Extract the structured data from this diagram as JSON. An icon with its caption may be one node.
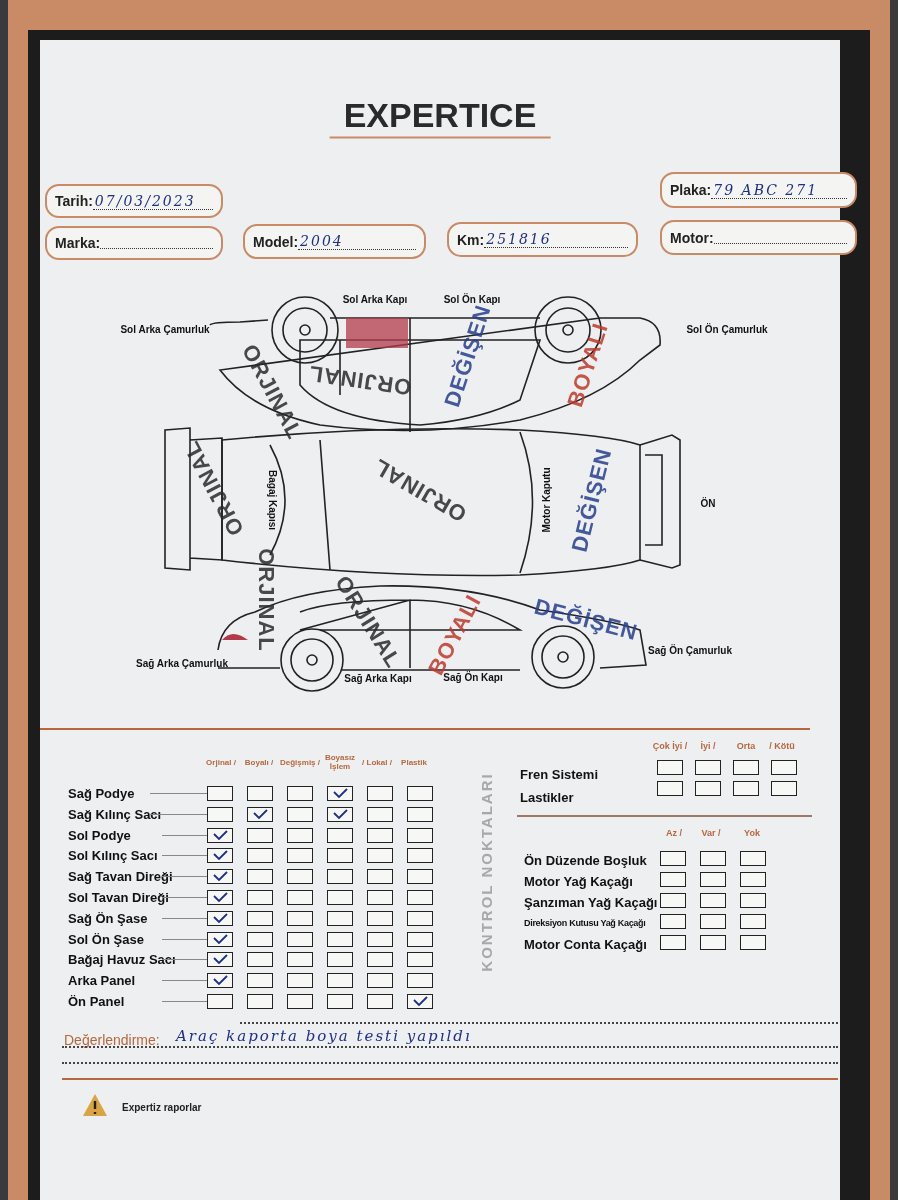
{
  "diagram": {
    "title": "EXPERTICE",
    "nodes": [
      {
        "text": [
          "Tarih:",
          "07/03/2023"
        ]
      },
      {
        "text": [
          "Plaka:",
          "79 ABC 271"
        ]
      },
      {
        "text": [
          "Marka:"
        ]
      },
      {
        "text": [
          "Model:",
          "2004"
        ]
      },
      {
        "text": [
          "Km:",
          "251816"
        ]
      },
      {
        "text": [
          "Motor:"
        ]
      }
    ],
    "labels": [
      "Sol Arka Kapı",
      "Sol Ön Kapı",
      "Sol Arka Çamurluk",
      "Sol Ön Çamurluk",
      "ORJINAL",
      "ORJINAL",
      "DEĞİŞEN",
      "BOYALI",
      "Bagaj Kapısı",
      "ORJINAL",
      "ORJINAL",
      "Motor Kaputu",
      "DEĞİŞEN",
      "ÖN",
      "ORJINAL",
      "ORJINAL",
      "BOYALI",
      "DEĞİŞEN",
      "Sağ Arka Çamurluk",
      "Sağ Ön Çamurluk",
      "Sağ Arka Kapı",
      "Sağ Ön Kapı",
      "Orjinal /",
      "Boyalı /",
      "Değişmiş /",
      "Boyasız İşlem",
      "/ Lokal /",
      "Plastik",
      "Sağ Podye",
      "Sağ Kılınç Sacı",
      "Sol Podye",
      "Sol Kılınç Sacı",
      "Sağ Tavan Direği",
      "Sol Tavan Direği",
      "Sağ Ön Şase",
      "Sol Ön Şase",
      "Bağaj Havuz Sacı",
      "Arka Panel",
      "Ön Panel",
      "KONTROL NOKTALARI",
      "Çok İyi /",
      "İyi /",
      "Orta",
      "/ Kötü",
      "Fren Sistemi",
      "Lastikler",
      "Az /",
      "Var /",
      "Yok",
      "Ön Düzende Boşluk",
      "Motor Yağ Kaçağı",
      "Şanzıman Yağ Kaçağı",
      "Direksiyon Kutusu Yağ Kaçağı",
      "Motor Conta Kaçağı",
      "Değerlendirme:",
      "Araç kaporta boya testi yapıldı",
      "Expertiz raporlar"
    ]
  }
}
